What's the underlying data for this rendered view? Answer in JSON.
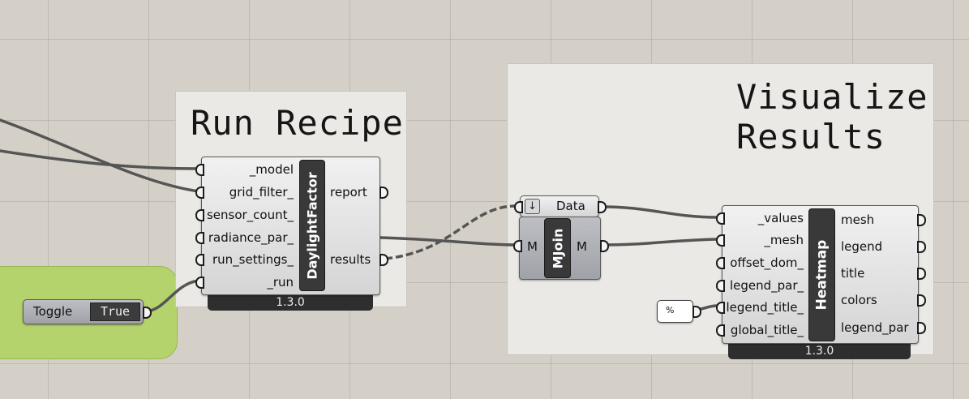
{
  "groups": {
    "run_recipe": {
      "title": "Run Recipe"
    },
    "visualize": {
      "title": "Visualize\nResults"
    }
  },
  "toggle": {
    "label": "Toggle",
    "value": "True"
  },
  "daylight": {
    "name": "DaylightFactor",
    "version": "1.3.0",
    "inputs": [
      "_model",
      "grid_filter_",
      "sensor_count_",
      "radiance_par_",
      "run_settings_",
      "_run"
    ],
    "outputs": [
      "report",
      "results"
    ]
  },
  "data_param": {
    "label": "Data",
    "icon": "down-arrow-icon"
  },
  "mjoin": {
    "name": "MJoin",
    "input": "M",
    "output": "M"
  },
  "panel": {
    "value": "%"
  },
  "heatmap": {
    "name": "Heatmap",
    "version": "1.3.0",
    "inputs": [
      "_values",
      "_mesh",
      "offset_dom_",
      "legend_par_",
      "legend_title_",
      "global_title_"
    ],
    "outputs": [
      "mesh",
      "legend",
      "title",
      "colors",
      "legend_par"
    ]
  },
  "colors": {
    "canvas": "#d4d0c8",
    "group": "#ebe9e5",
    "green_group": "#b5d36d",
    "component_dark": "#393939",
    "wire": "#4a4a4a"
  }
}
